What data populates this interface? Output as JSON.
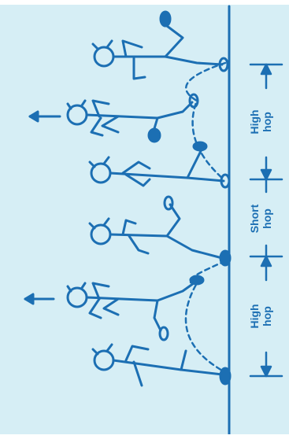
{
  "colors": {
    "background": "#d6eef5",
    "ink": "#1c6fb3"
  },
  "labels": {
    "high_hop_1_line1": "High",
    "high_hop_1_line2": "hop",
    "short_hop_line1": "Short",
    "short_hop_line2": "hop",
    "high_hop_2_line1": "High",
    "high_hop_2_line2": "hop"
  }
}
